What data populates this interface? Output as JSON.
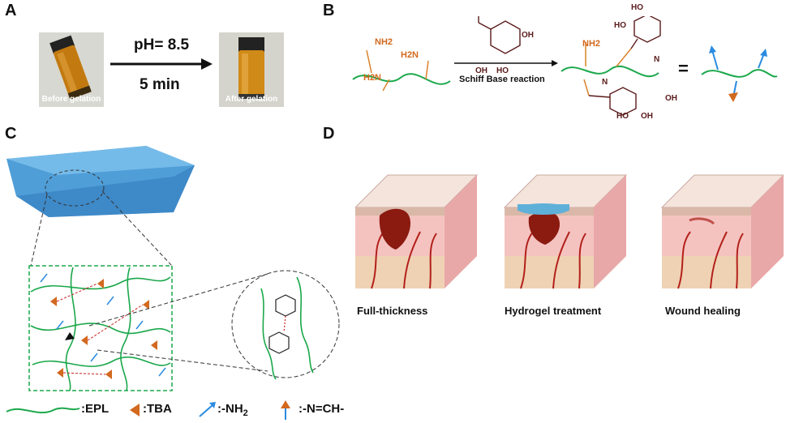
{
  "panels": {
    "a": {
      "letter": "A",
      "condition": "pH= 8.5",
      "time": "5 min",
      "before_caption": "Before gelation",
      "after_caption": "After gelation"
    },
    "b": {
      "letter": "B",
      "amine1": "NH2",
      "amine2": "H2N",
      "amine3": "H2N",
      "reaction": "Schiff Base reaction",
      "oh_labels": [
        "OH",
        "OH",
        "HO",
        "HO",
        "HO",
        "OH",
        "HO",
        "OH"
      ],
      "n_label": "N",
      "equals": "="
    },
    "c": {
      "letter": "C"
    },
    "d": {
      "letter": "D",
      "captions": [
        "Full-thickness",
        "Hydrogel treatment",
        "Wound healing"
      ]
    }
  },
  "legend": {
    "epl": ":EPL",
    "tba": ":TBA",
    "nh2": ":-NH",
    "nh2_sub": "2",
    "imine": ":-N=CH-"
  },
  "colors": {
    "chain": "#1aa84a",
    "amine": "#d9822b",
    "tba": "#d2691e",
    "arrow_blue": "#2a8be0",
    "hydrogel": "#5fb0d8",
    "wound": "#8b1a10",
    "skin": "#f2c9c4"
  }
}
